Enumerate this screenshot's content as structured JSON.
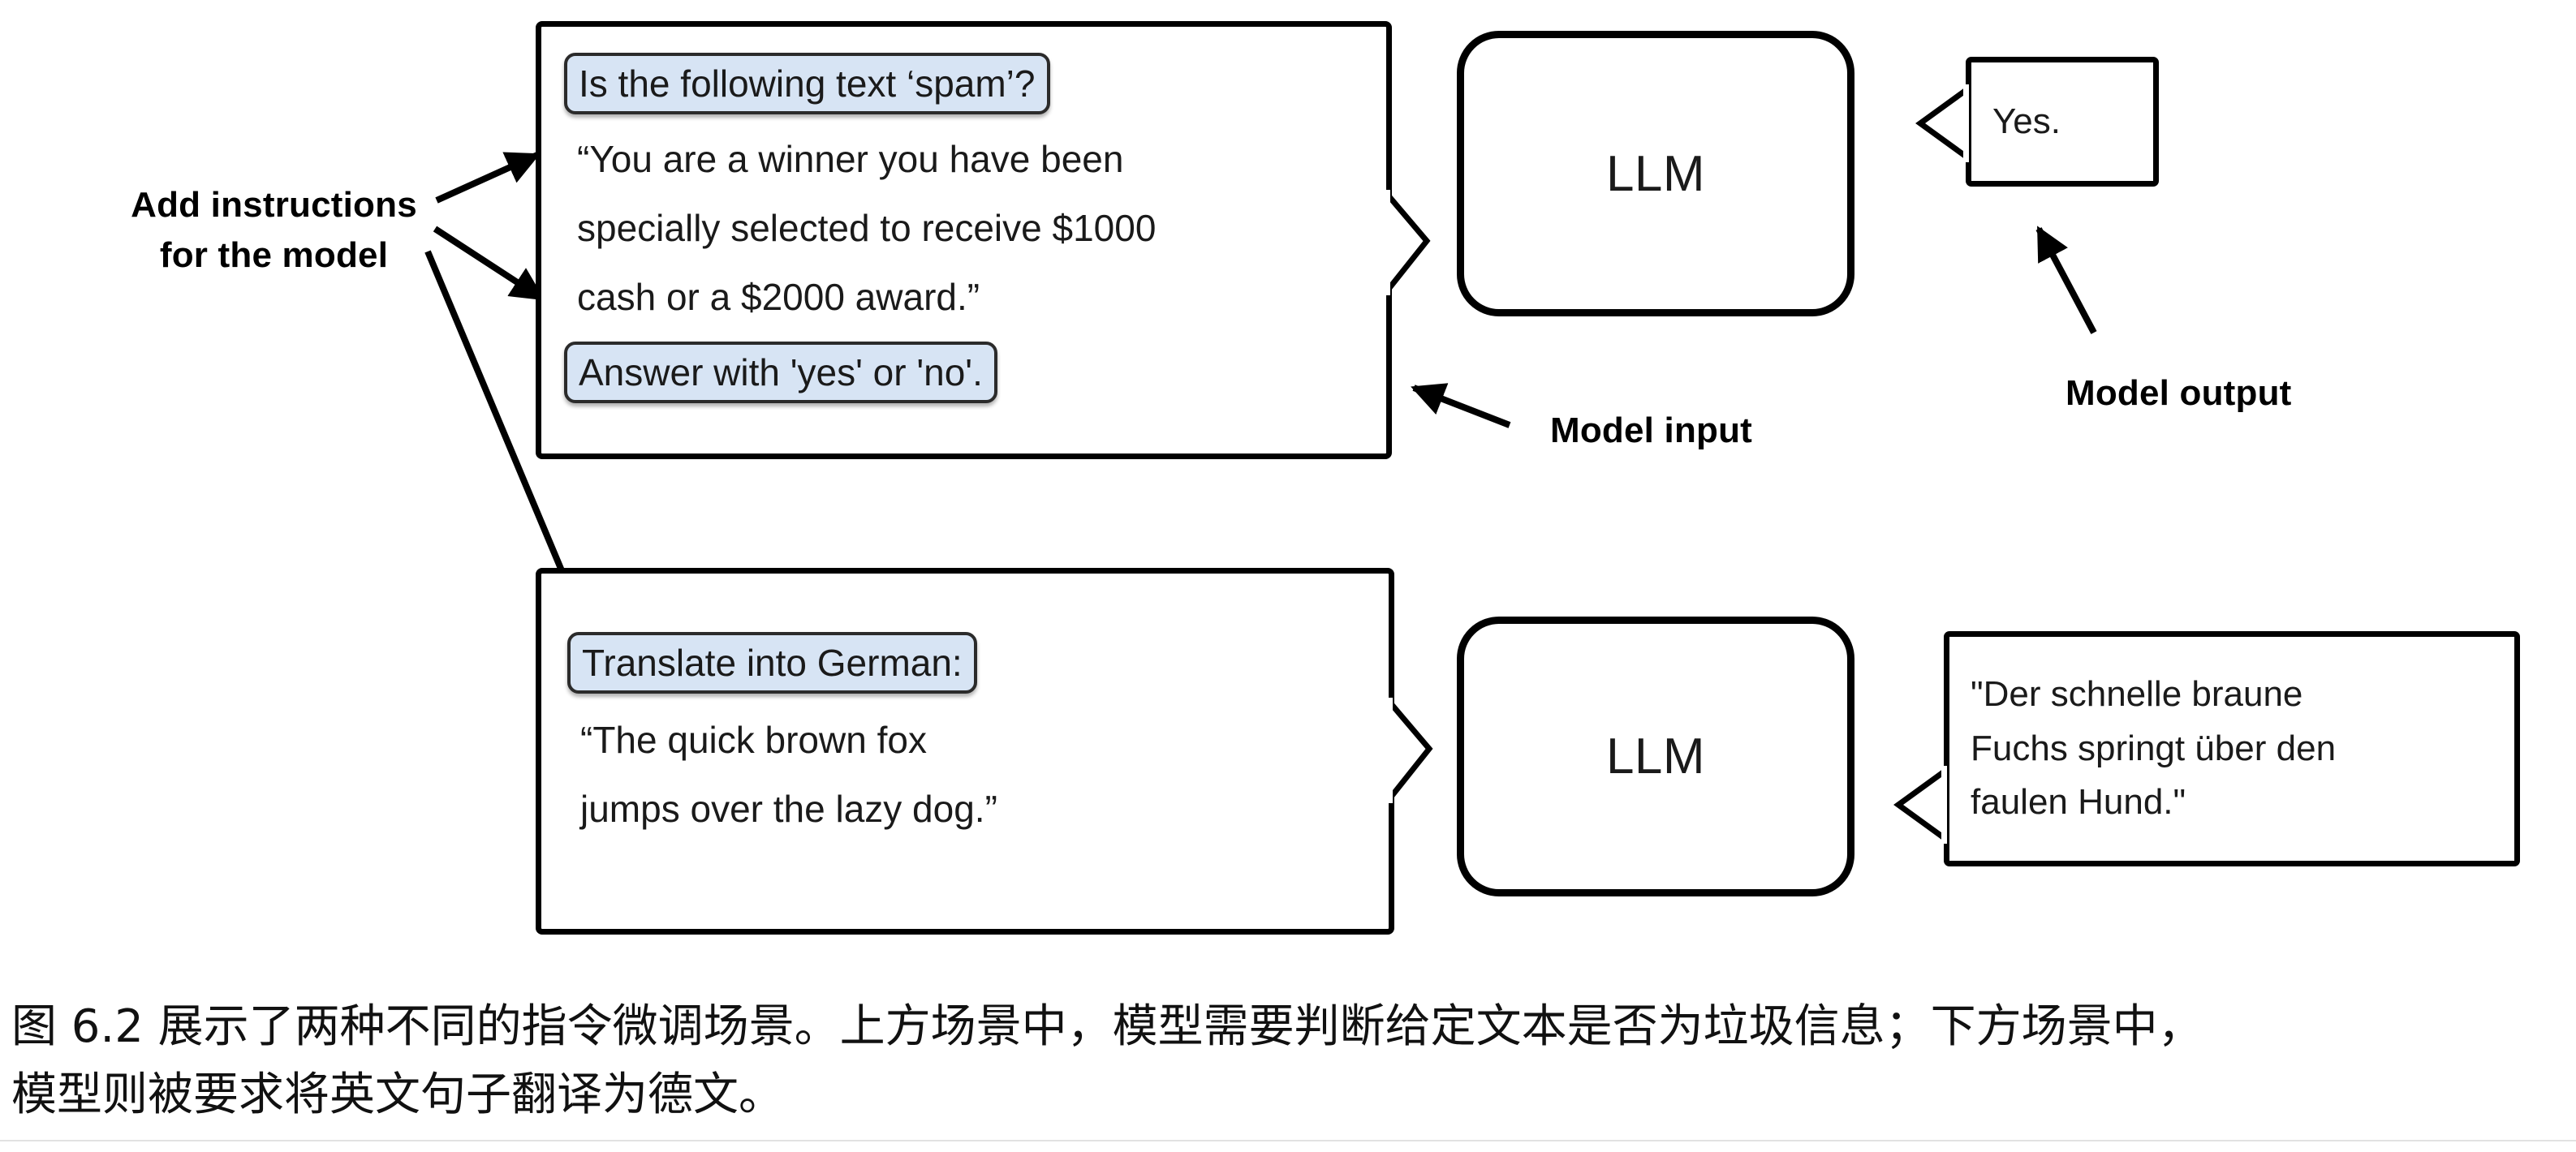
{
  "figure": {
    "annotations": {
      "add_instructions_line1": "Add instructions",
      "add_instructions_line2": "for the model",
      "model_input": "Model input",
      "model_output": "Model output"
    },
    "scenarios": [
      {
        "id": "spam-classification",
        "input": {
          "instruction_top": "Is the following text ‘spam’?",
          "body_lines": [
            "“You are a winner you have been",
            "specially selected to receive $1000",
            "cash or a $2000 award.”"
          ],
          "instruction_bottom": "Answer with 'yes' or 'no'."
        },
        "model": "LLM",
        "output_lines": [
          "Yes."
        ]
      },
      {
        "id": "german-translation",
        "input": {
          "instruction_top": "Translate into German:",
          "body_lines": [
            "“The quick brown fox",
            "jumps over the lazy dog.”"
          ],
          "instruction_bottom": null
        },
        "model": "LLM",
        "output_lines": [
          "\"Der schnelle braune",
          "Fuchs springt über den",
          "faulen Hund.\""
        ]
      }
    ],
    "colors": {
      "instruction_highlight": "#d7e4f4",
      "instruction_border": "#2b2b2b",
      "stroke": "#000000",
      "text": "#1a1a1a",
      "background": "#ffffff"
    }
  },
  "caption": {
    "line1": "图 6.2 展示了两种不同的指令微调场景。上方场景中，模型需要判断给定文本是否为垃圾信息；下方场景中，",
    "line2": "模型则被要求将英文句子翻译为德文。"
  }
}
